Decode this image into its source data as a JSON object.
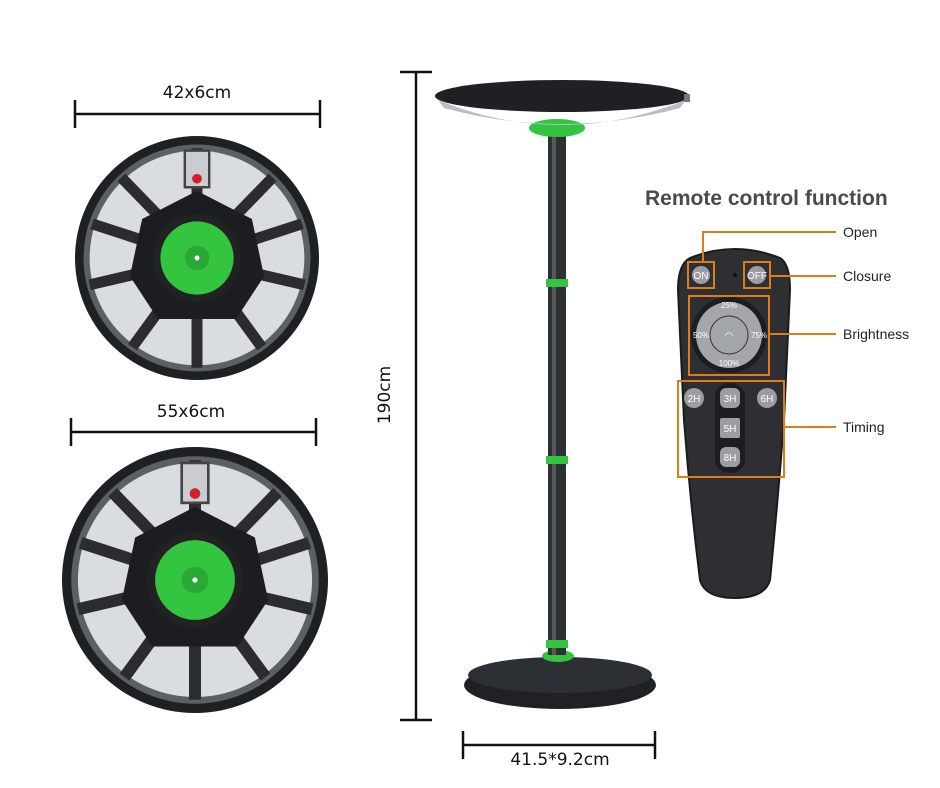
{
  "dimensions": {
    "small_lamp": "42x6cm",
    "large_lamp": "55x6cm",
    "height": "190cm",
    "base": "41.5*9.2cm"
  },
  "remote": {
    "title": "Remote control function",
    "callouts": {
      "open": "Open",
      "closure": "Closure",
      "brightness": "Brightness",
      "timing": "Timing"
    },
    "buttons": {
      "on": "ON",
      "off": "OFF",
      "b25": "25%",
      "b50": "50%",
      "b75": "75%",
      "b100": "100%",
      "t2": "2H",
      "t3": "3H",
      "t6": "6H",
      "t5": "5H",
      "t8": "8H"
    }
  },
  "colors": {
    "accent": "#e07b1a",
    "lamp_green": "#2fc43c",
    "body": "#2b2d30"
  }
}
